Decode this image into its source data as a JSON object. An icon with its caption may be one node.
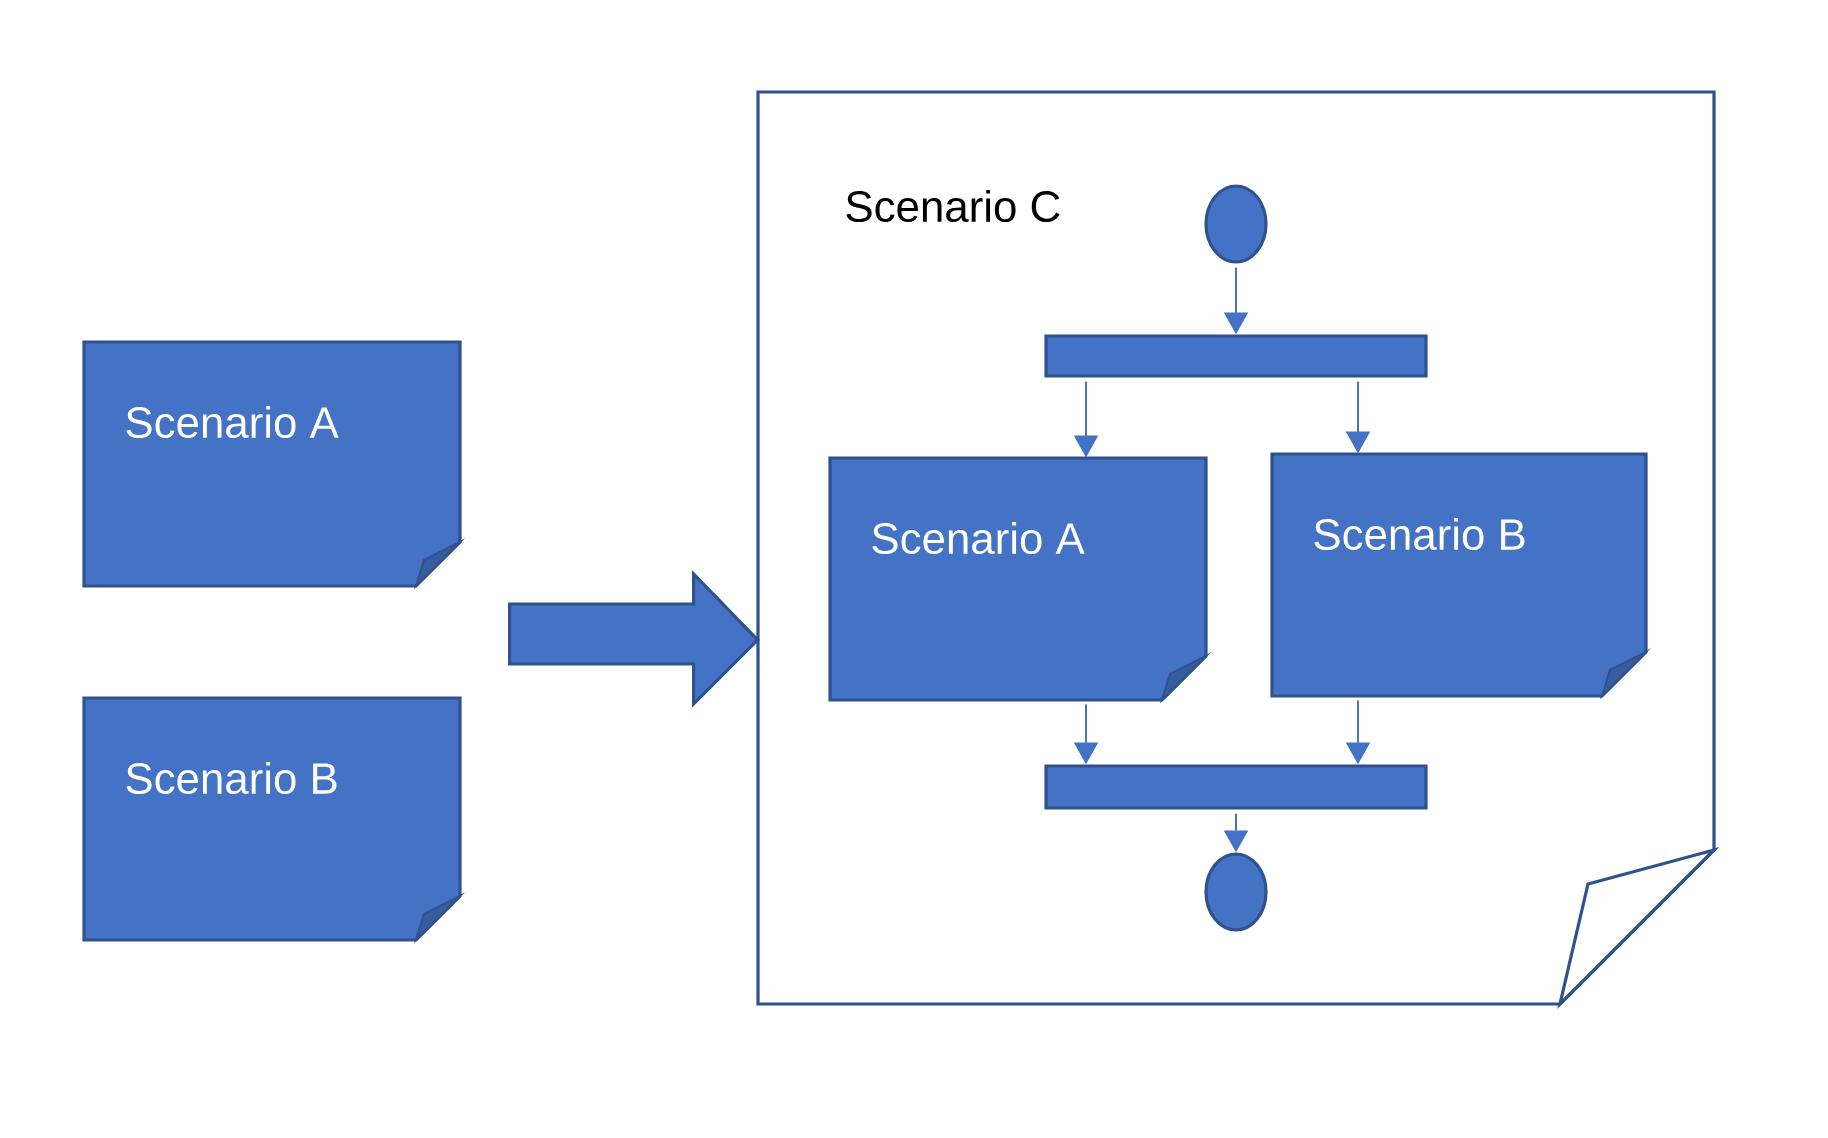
{
  "diagram": {
    "nodes": [
      {
        "text": [
          "Scenario A"
        ]
      },
      {
        "text": [
          "Scenario B"
        ]
      },
      {
        "text": [
          "Scenario C"
        ]
      },
      {
        "text": [],
        "shape": "circle",
        "in": 2
      },
      {
        "text": [],
        "shape": "bar",
        "in": 2
      },
      {
        "text": [
          "Scenario A"
        ],
        "in": 2
      },
      {
        "text": [
          "Scenario B"
        ],
        "in": 2
      },
      {
        "text": [],
        "shape": "bar",
        "in": 2
      },
      {
        "text": [],
        "shape": "circle",
        "in": 2
      }
    ],
    "edges": [
      {
        "from": null,
        "to": 2,
        "arrow": "to",
        "style": "thick"
      },
      {
        "from": 3,
        "to": 4,
        "arrow": "to"
      },
      {
        "from": 4,
        "to": 5,
        "arrow": "to"
      },
      {
        "from": 4,
        "to": 6,
        "arrow": "to"
      },
      {
        "from": 5,
        "to": 7,
        "arrow": "to"
      },
      {
        "from": 6,
        "to": 7,
        "arrow": "to"
      },
      {
        "from": 7,
        "to": 8,
        "arrow": "to"
      }
    ]
  }
}
